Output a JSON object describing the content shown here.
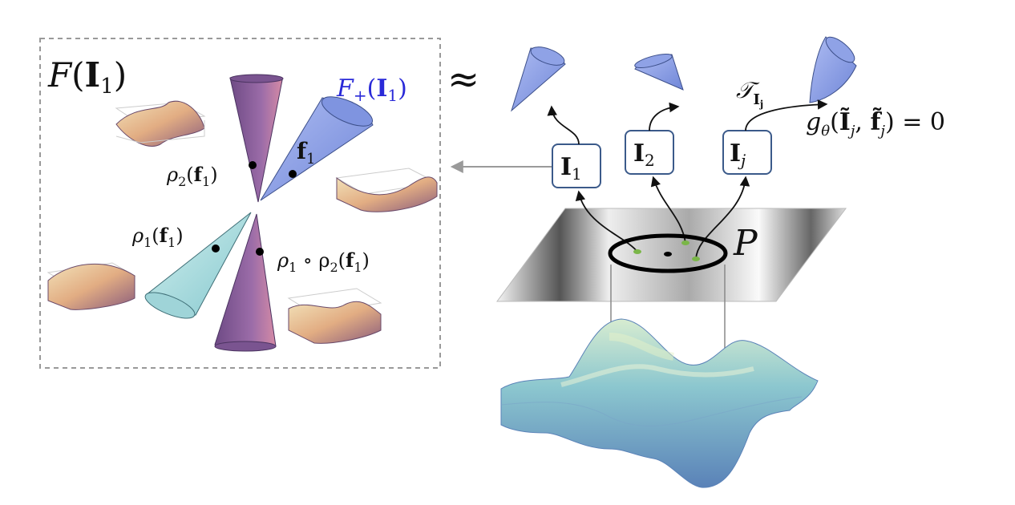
{
  "left_panel": {
    "title_func": "F",
    "title_arg": "I",
    "title_sub": "1",
    "plus_label_func": "F",
    "plus_label_sub": "+",
    "plus_label_arg": "I",
    "plus_label_argsub": "1",
    "point_labels": {
      "f1": {
        "bold": "f",
        "sub": "1"
      },
      "rho2": {
        "pre": "ρ",
        "presub": "2",
        "bold": "f",
        "sub": "1"
      },
      "rho1": {
        "pre": "ρ",
        "presub": "1",
        "bold": "f",
        "sub": "1"
      },
      "rho1rho2": {
        "pre": "ρ",
        "presub": "1",
        "mid": " ∘ ρ",
        "midsub": "2",
        "bold": "f",
        "sub": "1"
      }
    }
  },
  "approx_symbol": "≈",
  "image_nodes": [
    {
      "bold": "I",
      "sub": "1"
    },
    {
      "bold": "I",
      "sub": "2"
    },
    {
      "bold": "I",
      "sub": "j"
    }
  ],
  "transform_label": {
    "glyph": "𝒯",
    "sub": "I",
    "subsub": "j"
  },
  "equation": {
    "func": "g",
    "sub": "θ",
    "open": "(",
    "arg1": "Ĩ",
    "arg1sub": "j",
    "sep": ", ",
    "arg2": "f̃",
    "arg2sub": "j",
    "close": ") = 0"
  },
  "patch_label": "P",
  "colors": {
    "cone_blue": "#8ea3ea",
    "cone_purple": "#8a5c9c",
    "cone_cyan": "#a9dcde",
    "dashed_border": "#999999",
    "node_border": "#3b5a8a",
    "green_dot": "#7ab648",
    "arrow_gray": "#9a9a9a"
  }
}
